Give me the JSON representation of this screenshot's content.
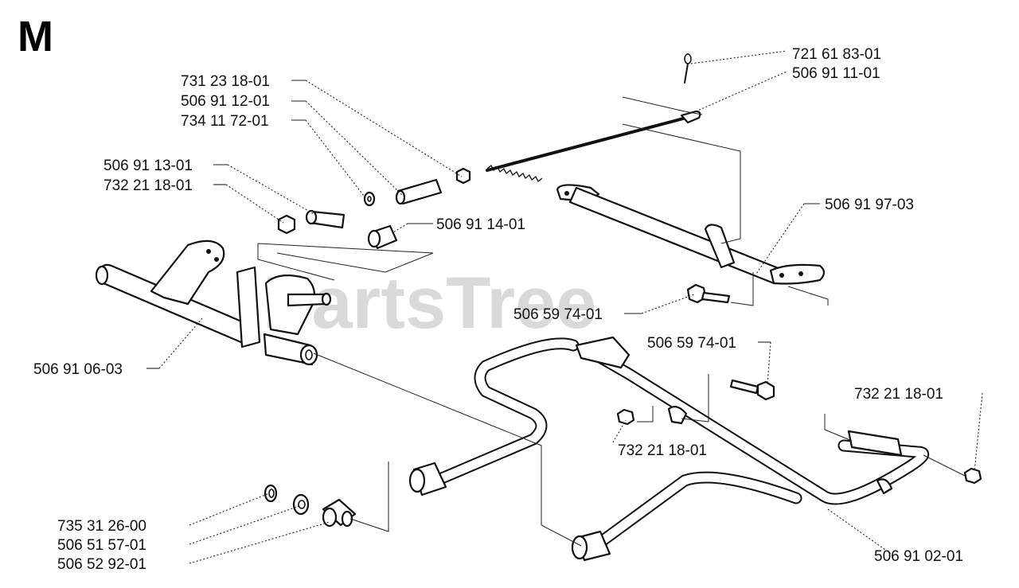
{
  "title": "M",
  "watermark": "PartsTree",
  "labels": {
    "p731231801": "731 23 18-01",
    "p506911201": "506 91 12-01",
    "p734117201": "734 11 72-01",
    "p506911301": "506 91 13-01",
    "p732211801_a": "732 21 18-01",
    "p506911401": "506 91 14-01",
    "p721618301": "721 61 83-01",
    "p506911101": "506 91 11-01",
    "p506919703": "506 91 97-03",
    "p506597401_a": "506 59 74-01",
    "p506597401_b": "506 59 74-01",
    "p506910603": "506 91 06-03",
    "p732211801_b": "732 21 18-01",
    "p732211801_c": "732 21 18-01",
    "p735312600": "735 31 26-00",
    "p506515701": "506 51 57-01",
    "p506529201": "506 52 92-01",
    "p506910201": "506 91 02-01"
  }
}
